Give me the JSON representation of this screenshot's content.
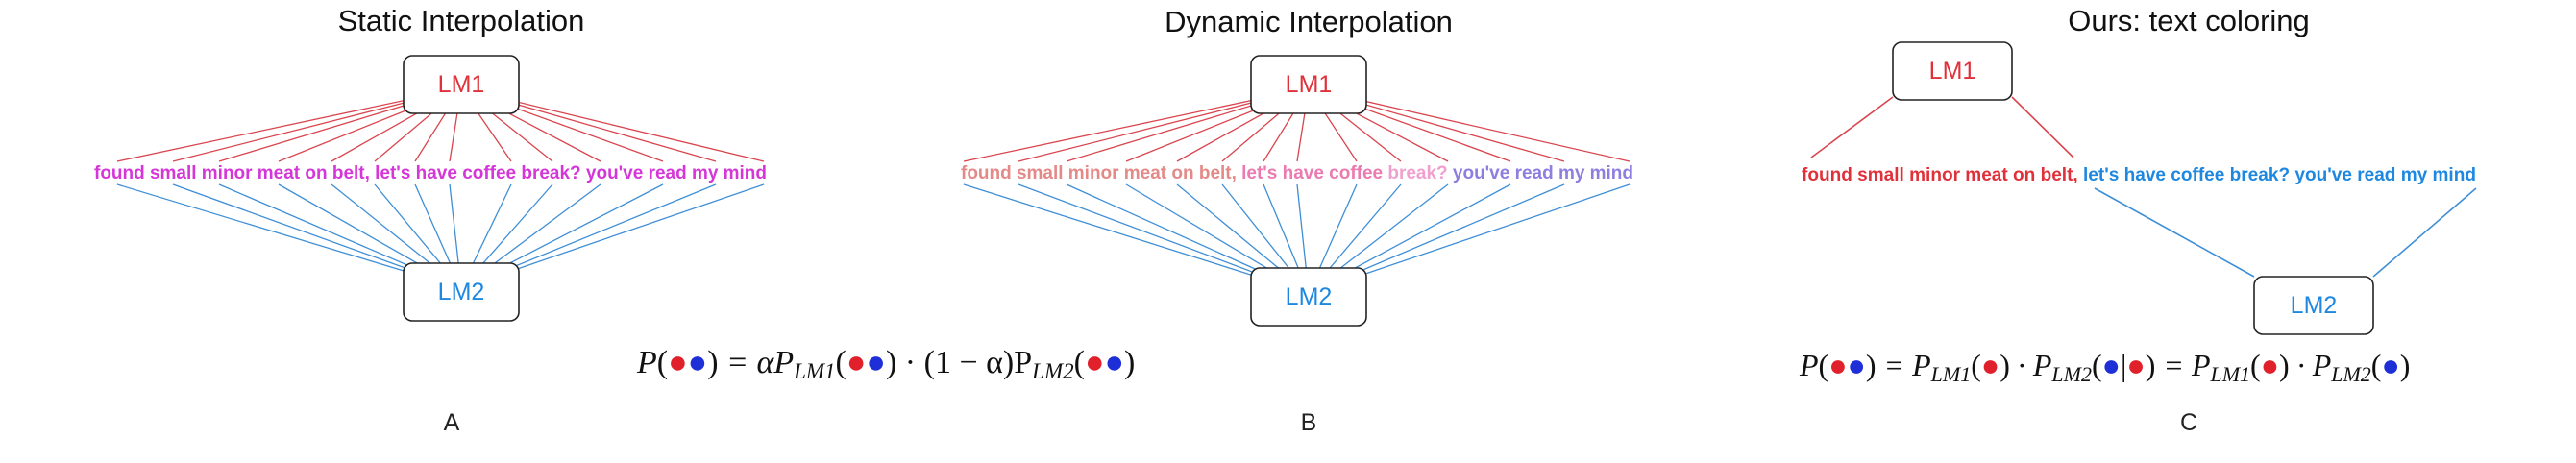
{
  "panels": [
    {
      "title": "Static Interpolation",
      "label": "A",
      "lm_top": "LM1",
      "lm_bottom": "LM2",
      "sentence": "found small minor meat on belt, let's have coffee break? you've read my mind"
    },
    {
      "title": "Dynamic Interpolation",
      "label": "B",
      "lm_top": "LM1",
      "lm_bottom": "LM2",
      "segments": [
        "found small minor meat on belt, ",
        "let's have coffee ",
        "break? ",
        "you've read my mind"
      ]
    },
    {
      "title": "Ours: text coloring",
      "label": "C",
      "lm_top": "LM1",
      "lm_bottom": "LM2",
      "segments": [
        "found small minor meat on belt, ",
        "let's have coffee break? you've read my mind"
      ]
    }
  ],
  "formulas": {
    "ab": {
      "p": "P",
      "eq": " = αP",
      "sub1": "LM1",
      "mid": " · (1 − α)P",
      "sub2": "LM2"
    },
    "c": {
      "p": "P",
      "eq1": " = P",
      "sub1": "LM1",
      "dot": " · P",
      "sub2": "LM2",
      "eq2": " = P",
      "sub3": "LM1",
      "dot2": " · P",
      "sub4": "LM2",
      "bar": "|"
    }
  },
  "colors": {
    "lm1": "#e0313b",
    "lm2": "#1e88e0",
    "red_line": "#d9454e",
    "blue_line": "#3f8fd6",
    "static_text": "#d536d8",
    "dyn_seg1": "#e38a88",
    "dyn_seg2": "#ea7ab0",
    "dyn_seg3": "#f0a0cf",
    "dyn_seg4": "#8d7ee0",
    "dot_red": "#e0202a",
    "dot_blue": "#1e2fd8"
  }
}
